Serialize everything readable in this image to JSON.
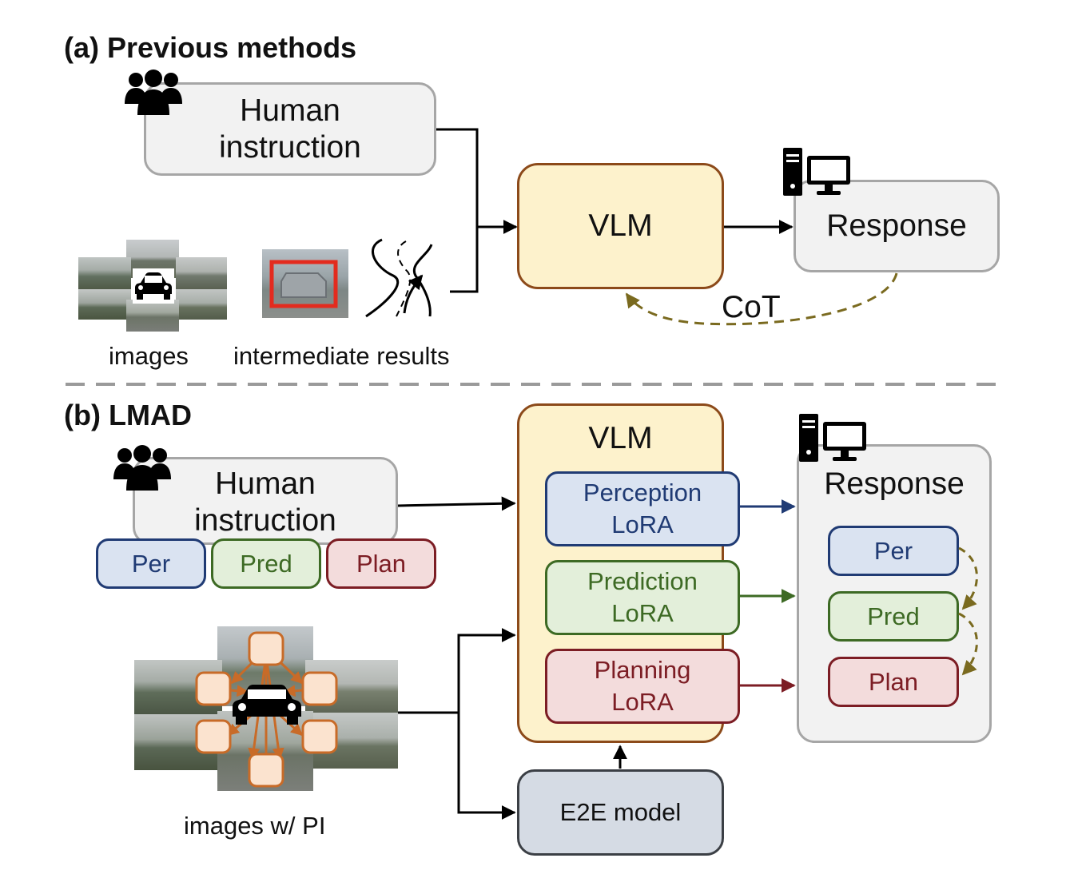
{
  "part_a": {
    "title": "(a) Previous methods",
    "human_instruction": "Human instruction",
    "vlm_label": "VLM",
    "response_label": "Response",
    "cot_label": "CoT",
    "images_caption": "images",
    "intermediate_caption": "intermediate results"
  },
  "part_b": {
    "title": "(b) LMAD",
    "human_instruction": "Human instruction",
    "tags": {
      "per": "Per",
      "pred": "Pred",
      "plan": "Plan"
    },
    "vlm_label": "VLM",
    "lora": {
      "perception_line1": "Perception",
      "perception_line2": "LoRA",
      "prediction_line1": "Prediction",
      "prediction_line2": "LoRA",
      "planning_line1": "Planning",
      "planning_line2": "LoRA"
    },
    "response_label": "Response",
    "response_items": {
      "per": "Per",
      "pred": "Pred",
      "plan": "Plan"
    },
    "e2e_label": "E2E model",
    "images_caption": "images w/  PI"
  },
  "colors": {
    "perception": "#203b74",
    "prediction": "#3d6a24",
    "planning": "#7c1d24",
    "vlm_fill": "#fdf2cc",
    "vlm_border": "#8c4a1a",
    "cot_arrow": "#7a6a1f",
    "node_fill": "#fbe3cf",
    "node_border": "#c86b28"
  },
  "icons": [
    "people-icon",
    "computer-icon",
    "car-icon",
    "road-icon"
  ]
}
